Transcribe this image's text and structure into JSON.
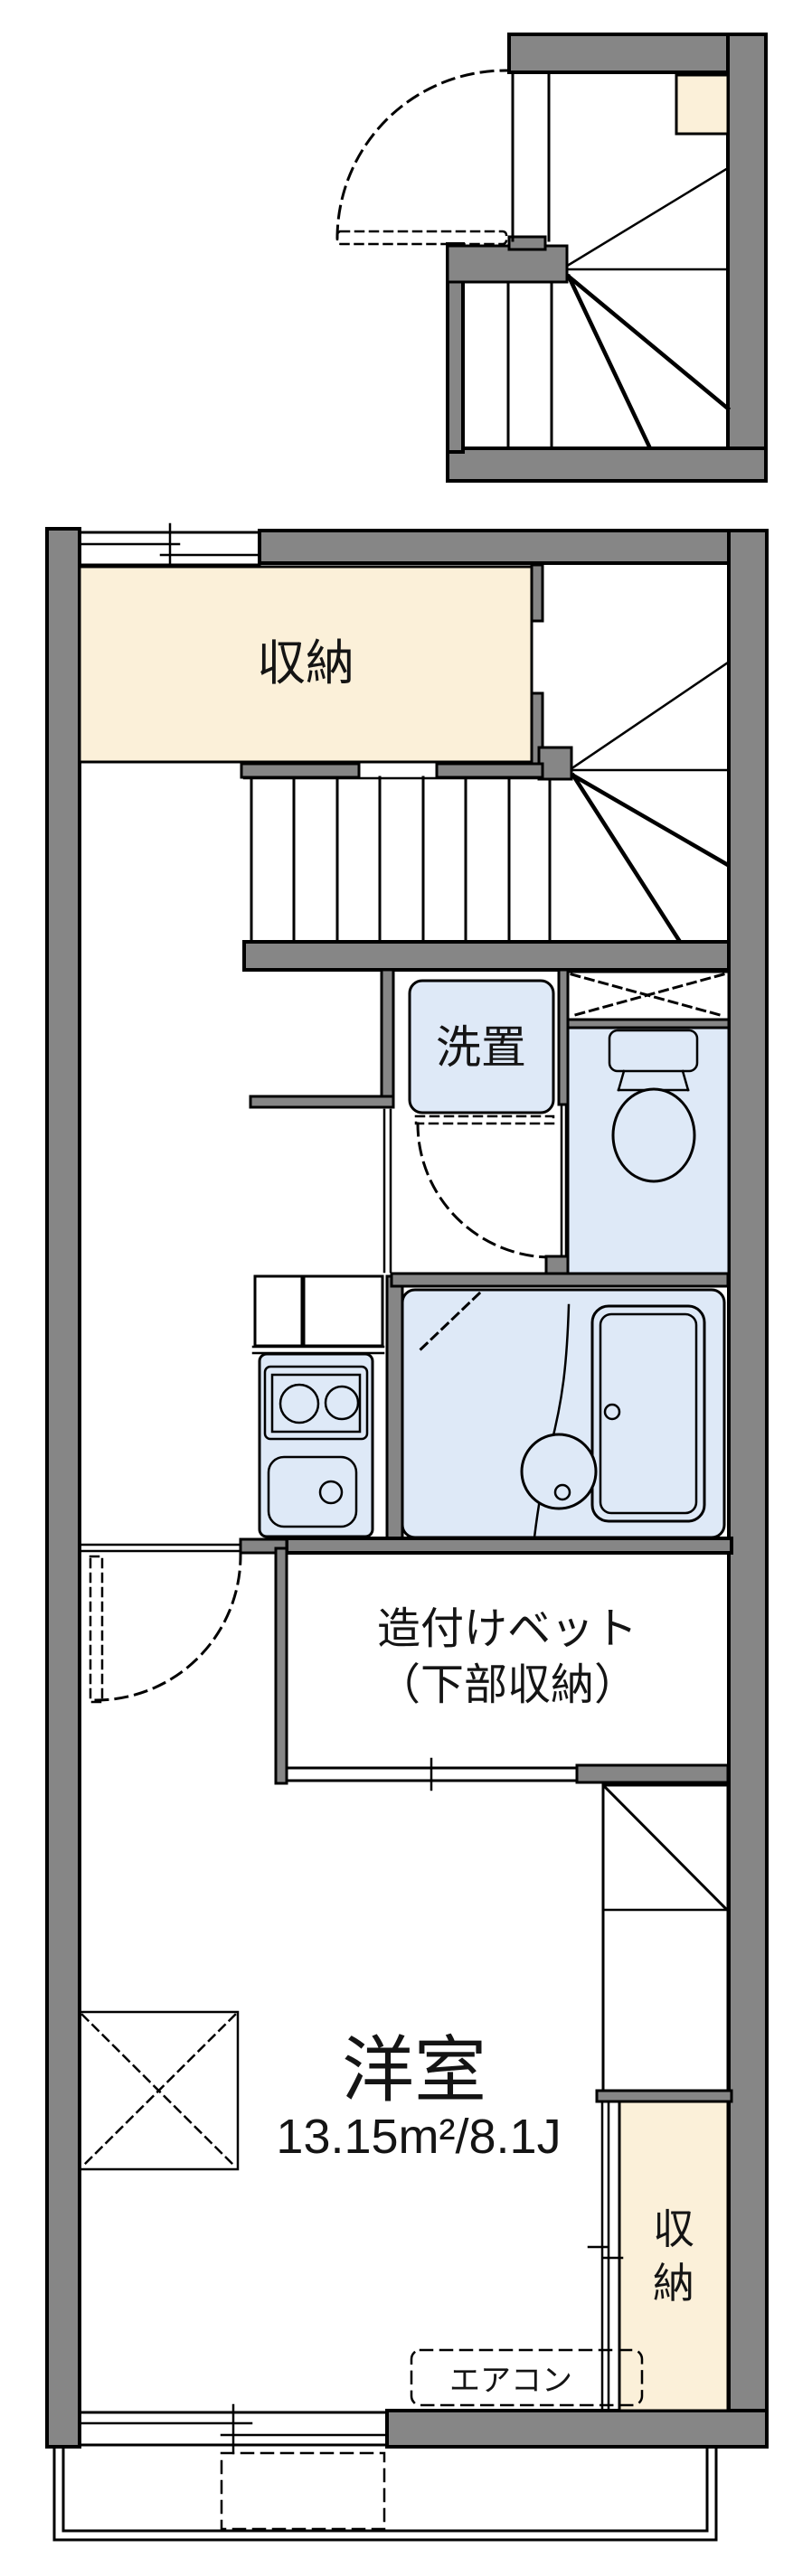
{
  "colors": {
    "wall": "#868686",
    "closet": "#FBF0D9",
    "wet": "#DEE9F7",
    "line": "#000000",
    "bg": "#FFFFFF"
  },
  "labels": {
    "storage_top": "収納",
    "laundry": "洗置",
    "built_in_bed_line1": "造付けベット",
    "built_in_bed_line2": "（下部収納）",
    "room_name": "洋室",
    "room_area": "13.15m²/8.1J",
    "air_conditioner": "エアコン",
    "storage_bottom_chars": [
      "収",
      "納"
    ]
  }
}
